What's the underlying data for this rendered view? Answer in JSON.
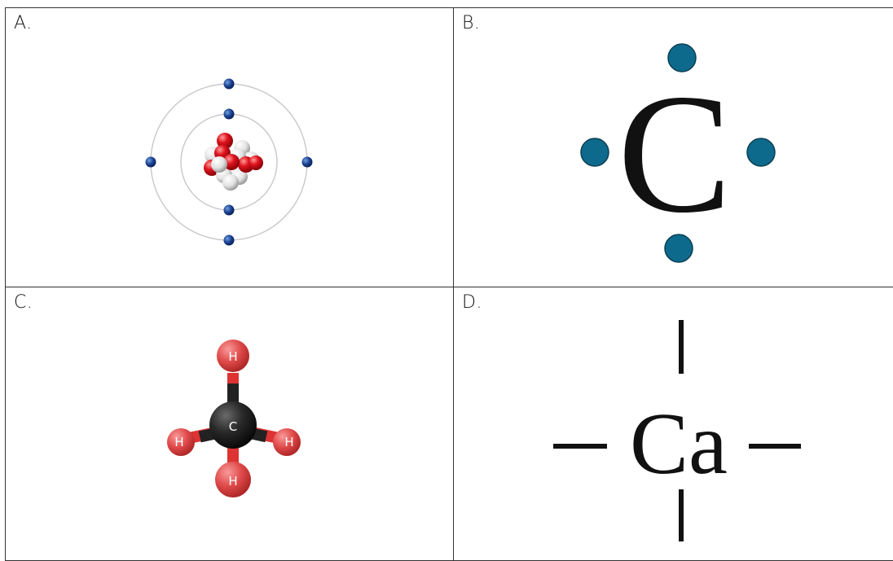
{
  "panels": [
    {
      "letter": "A.",
      "kind": "bohr-atom"
    },
    {
      "letter": "B.",
      "kind": "lewis-dot",
      "symbol": "C",
      "dot_color": "#0e6a8c"
    },
    {
      "letter": "C.",
      "kind": "ball-and-stick",
      "center": "C",
      "outer": [
        "H",
        "H",
        "H",
        "H"
      ]
    },
    {
      "letter": "D.",
      "kind": "bond-lines",
      "symbol": "Ca"
    }
  ]
}
